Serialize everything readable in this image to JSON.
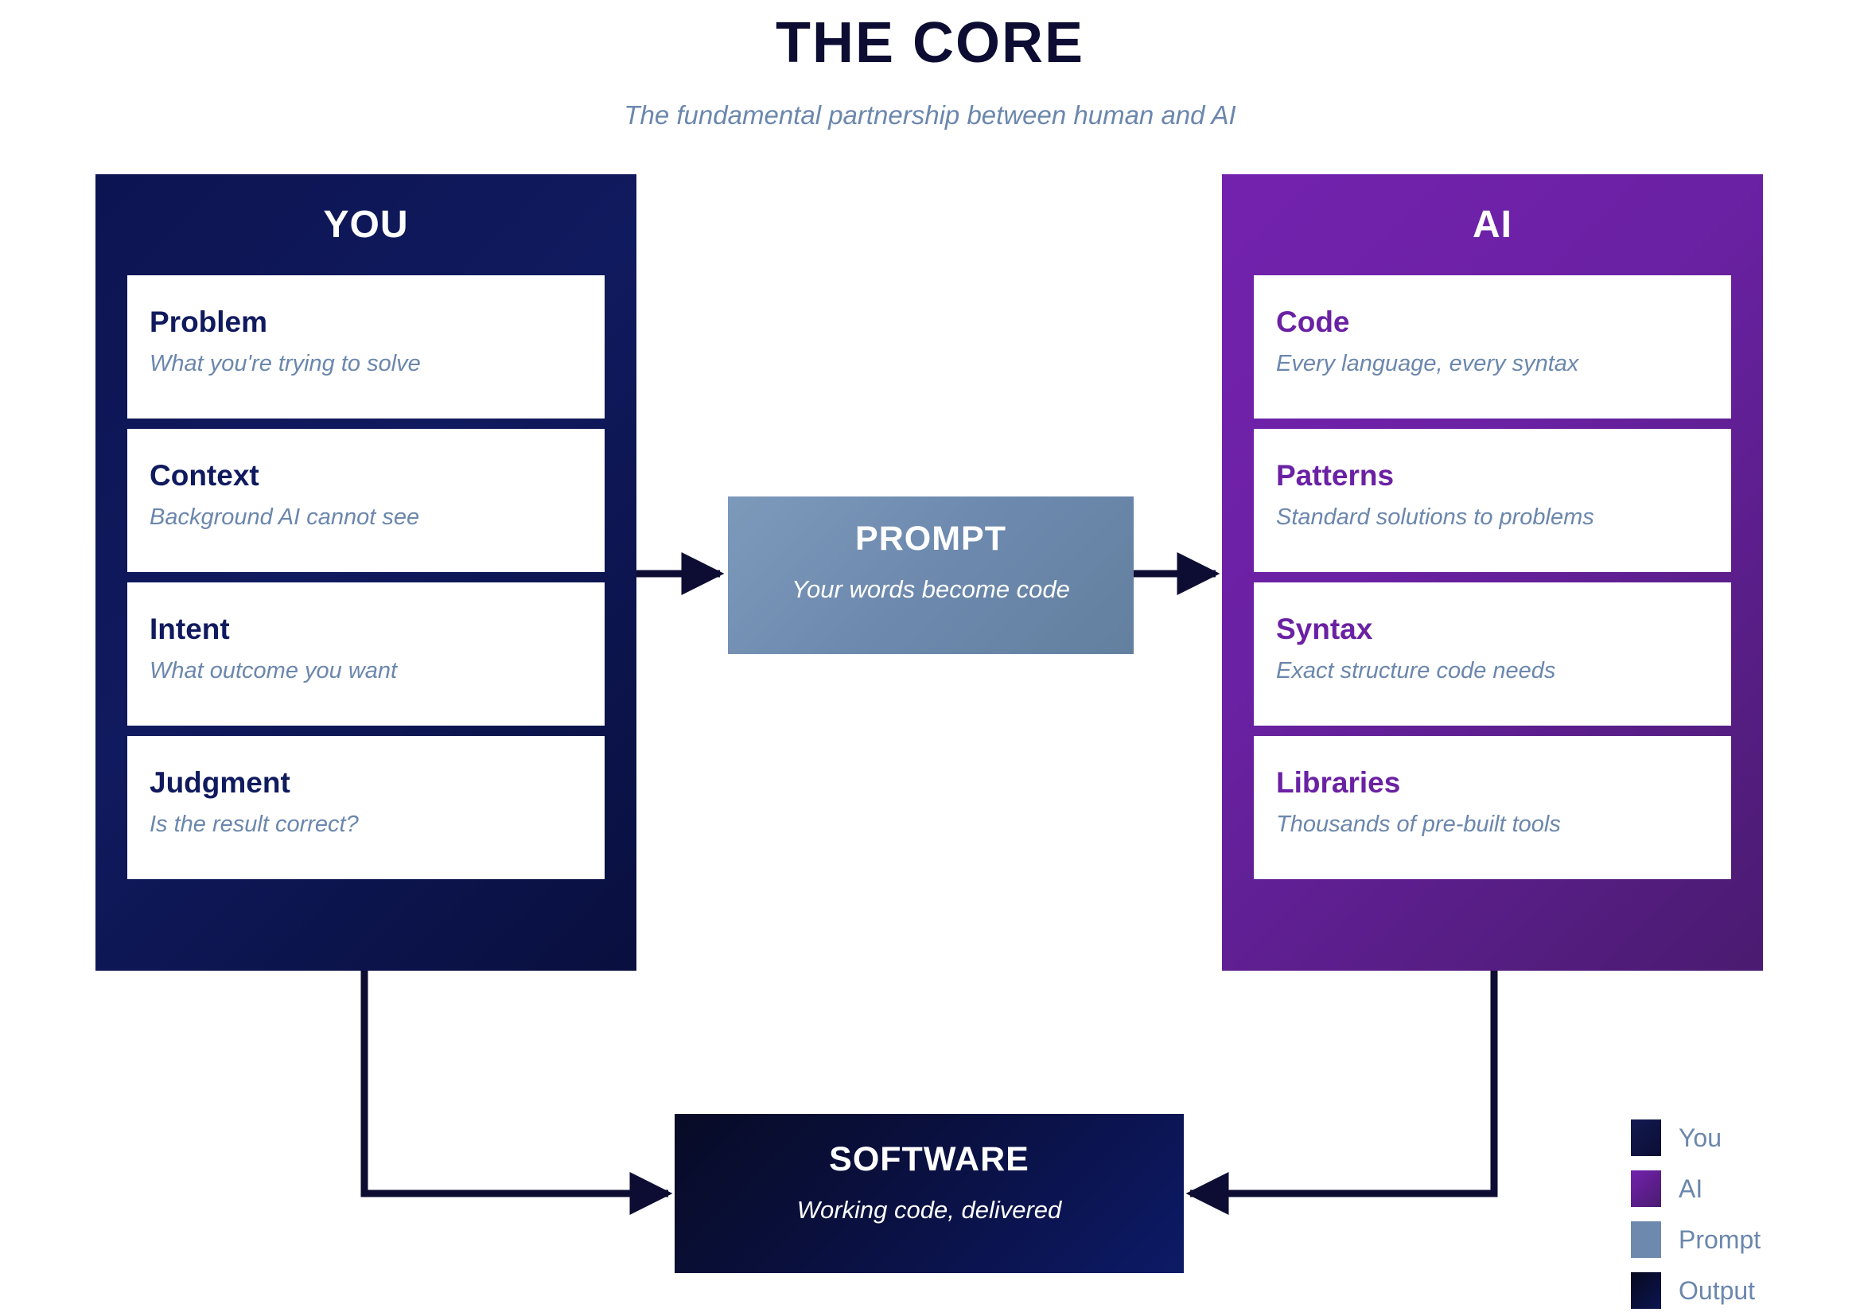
{
  "header": {
    "title": "THE CORE",
    "subtitle": "The fundamental partnership between human and AI"
  },
  "panels": {
    "you": {
      "title": "YOU",
      "accent": "#101a5e",
      "cards": [
        {
          "title": "Problem",
          "desc": "What you're trying to solve"
        },
        {
          "title": "Context",
          "desc": "Background AI cannot see"
        },
        {
          "title": "Intent",
          "desc": "What outcome you want"
        },
        {
          "title": "Judgment",
          "desc": "Is the result correct?"
        }
      ]
    },
    "ai": {
      "title": "AI",
      "accent": "#6a21a3",
      "cards": [
        {
          "title": "Code",
          "desc": "Every language, every syntax"
        },
        {
          "title": "Patterns",
          "desc": "Standard solutions to problems"
        },
        {
          "title": "Syntax",
          "desc": "Exact structure code needs"
        },
        {
          "title": "Libraries",
          "desc": "Thousands of pre-built tools"
        }
      ]
    }
  },
  "prompt": {
    "title": "PROMPT",
    "desc": "Your words become code",
    "color": "#6d89ae"
  },
  "software": {
    "title": "SOFTWARE",
    "desc": "Working code, delivered",
    "color": "#0a1040"
  },
  "legend": {
    "items": [
      {
        "label": "You",
        "color": "#0d1452"
      },
      {
        "label": "AI",
        "color": "#6a21a3"
      },
      {
        "label": "Prompt",
        "color": "#6d89ae"
      },
      {
        "label": "Output",
        "color": "#0a1040"
      }
    ]
  },
  "connectors": {
    "stroke": "#0d0d33",
    "edges": [
      {
        "from": "you",
        "to": "prompt",
        "type": "arrow-right"
      },
      {
        "from": "prompt",
        "to": "ai",
        "type": "arrow-right"
      },
      {
        "from": "you",
        "to": "software",
        "type": "elbow-down-right"
      },
      {
        "from": "ai",
        "to": "software",
        "type": "elbow-down-left"
      }
    ]
  }
}
